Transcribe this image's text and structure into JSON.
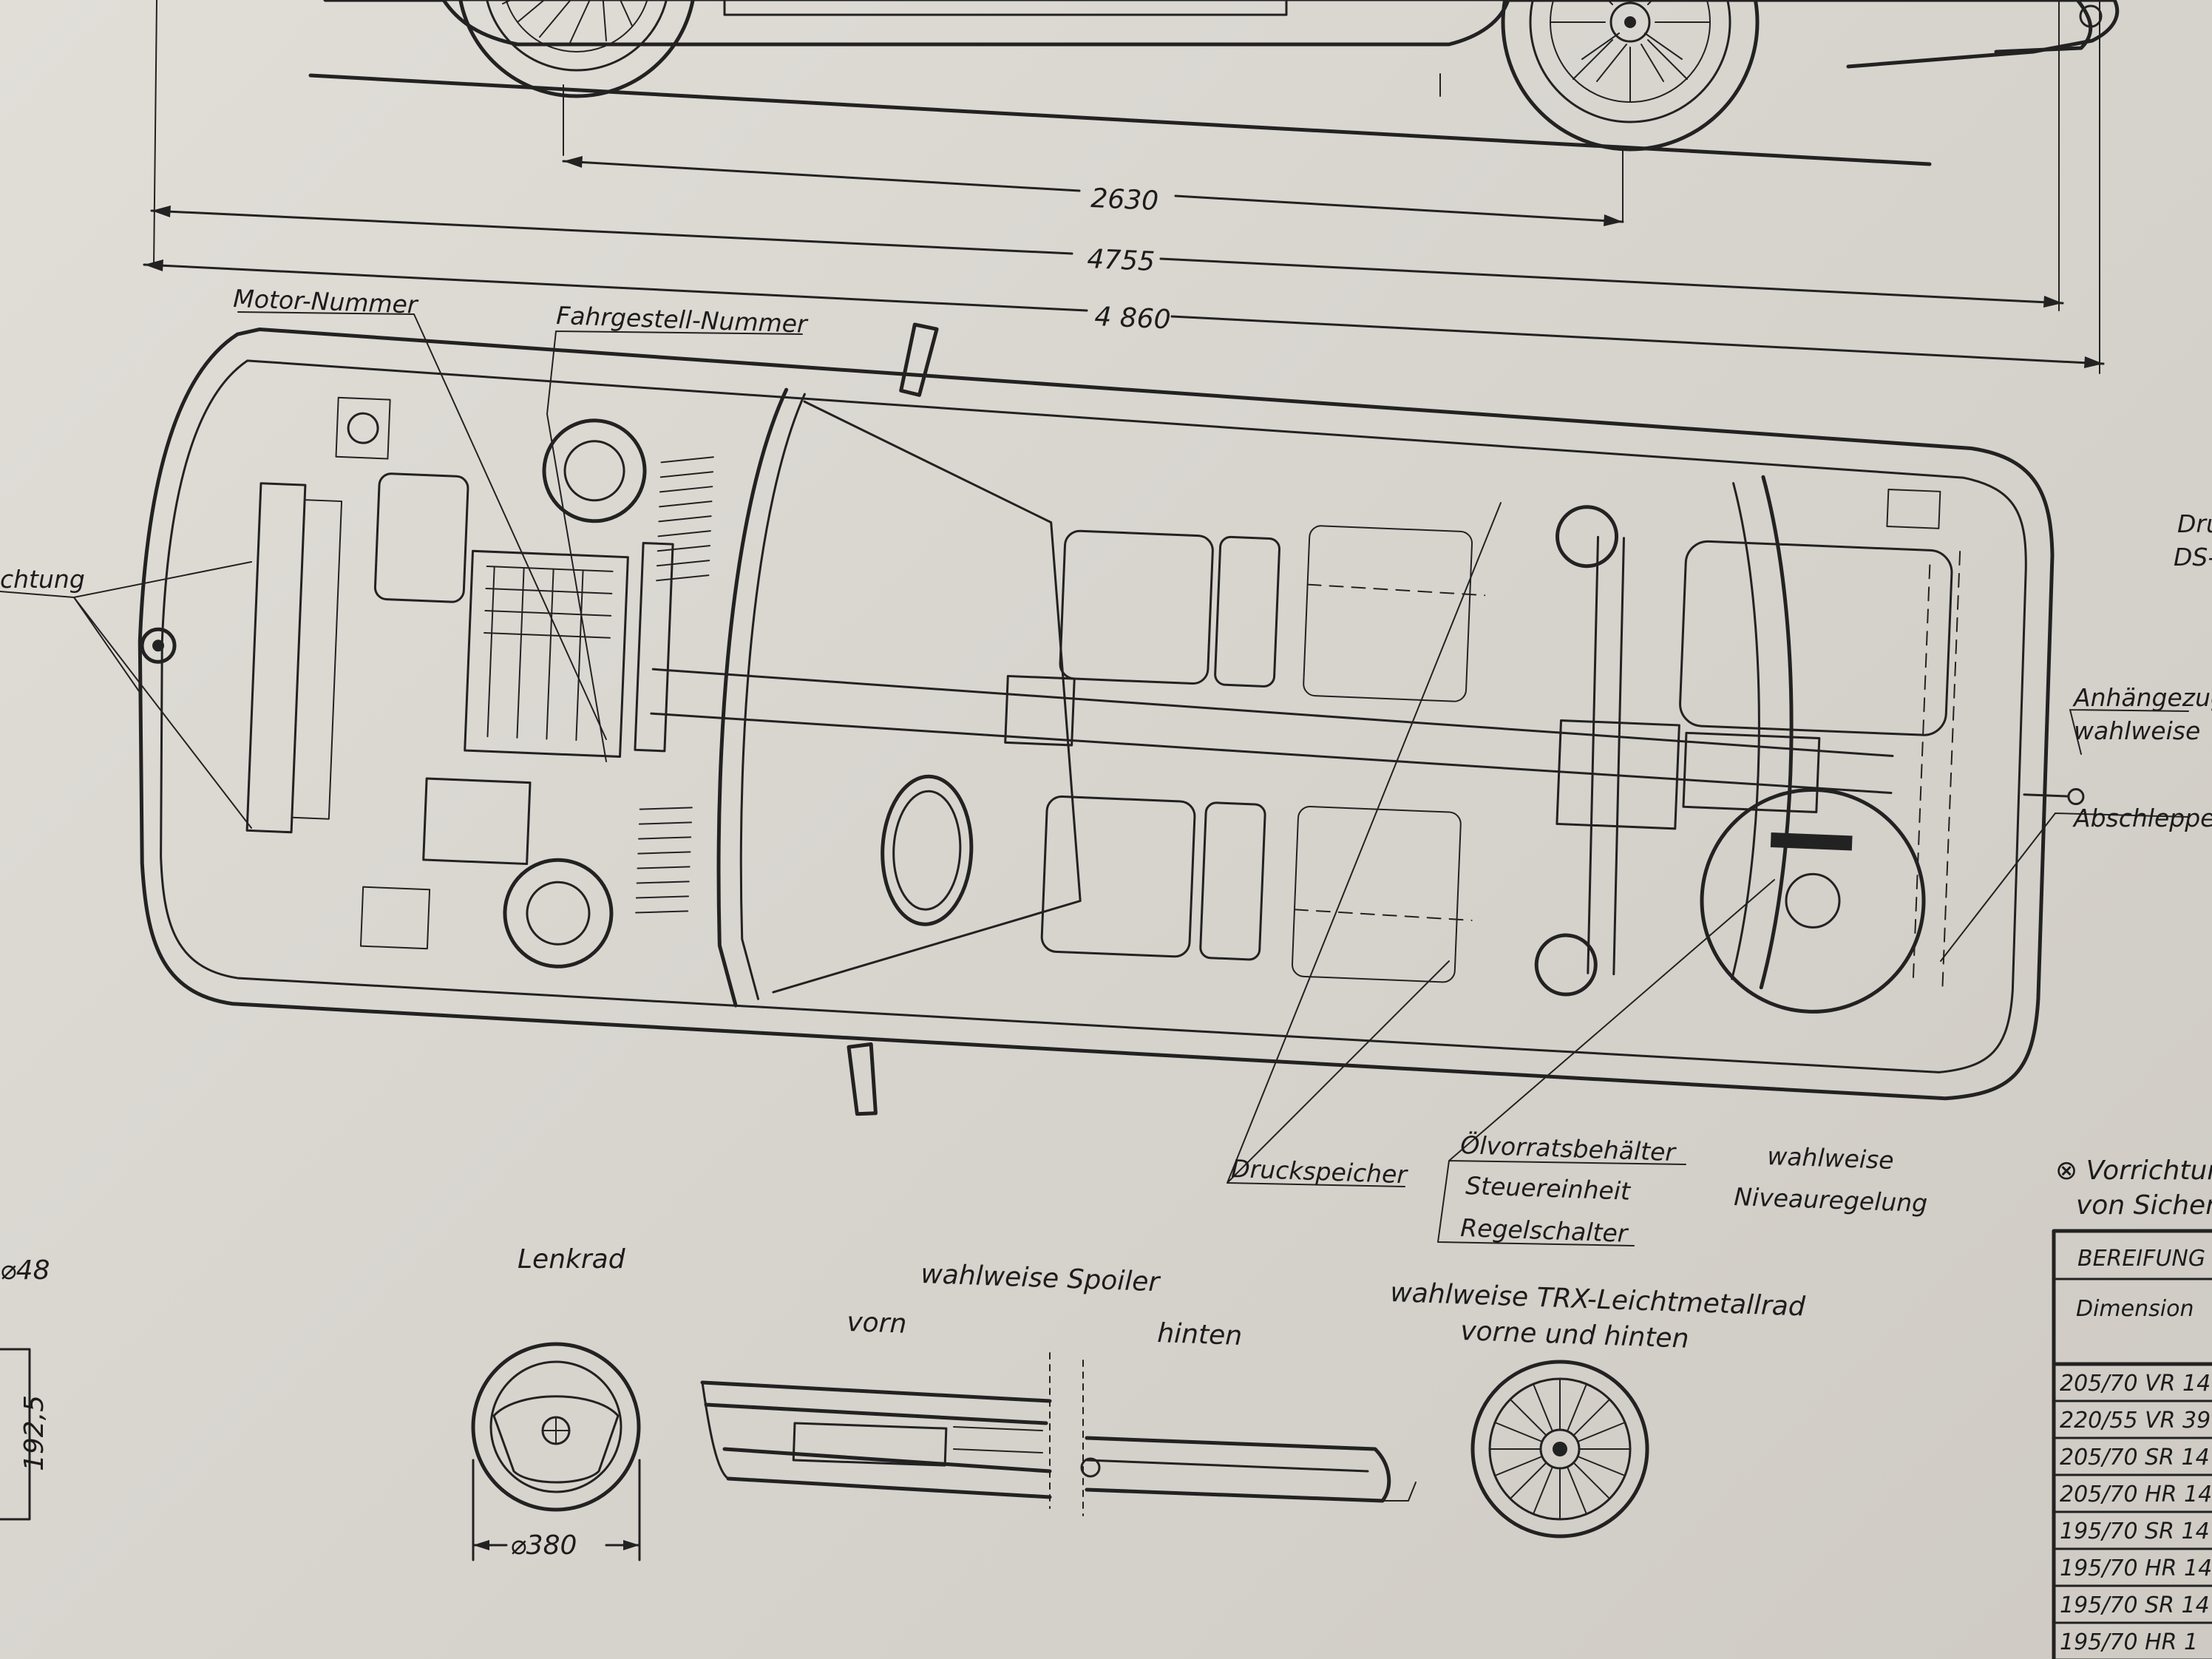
{
  "dimensions": {
    "wheelbase": "2630",
    "length_a": "4755",
    "length_b": "4 860"
  },
  "callouts": {
    "motor_nummer": "Motor-Nummer",
    "fahrgestell_nummer": "Fahrgestell-Nummer",
    "richtung_partial": "chtung",
    "druckspeicher": "Druckspeicher",
    "oelvorratsbehaelter": "Ölvorratsbehälter",
    "steuereinheit": "Steuereinheit",
    "regelschalter": "Regelschalter",
    "wahlweise": "wahlweise",
    "niveauregelung": "Niveauregelung",
    "anhaengezug": "Anhängezug",
    "anhaengezug_wahlweise": "wahlweise",
    "abschleppeinrichtung_partial": "Abschleppein",
    "dru_partial": "Dru",
    "ds_partial": "DS-"
  },
  "details": {
    "lenkrad": "Lenkrad",
    "lenkrad_dim": "⌀380",
    "spoiler_title": "wahlweise Spoiler",
    "spoiler_front": "vorn",
    "spoiler_rear": "hinten",
    "trx_title": "wahlweise TRX-Leichtmetallrad",
    "trx_sub": "vorne und hinten",
    "left_dim_top": "⌀48",
    "left_dim_side": "192,5"
  },
  "notes": {
    "vorrichtung": "⊗ Vorrichtung",
    "von_sicher": "von Sichert"
  },
  "tire_table": {
    "header": "BEREIFUNG",
    "subheader": "Dimension",
    "rows": [
      "205/70 VR 14",
      "220/55 VR 39",
      "205/70 SR 14",
      "205/70 HR 14",
      "195/70  SR 14",
      "195/70  HR 14",
      "195/70  SR 14",
      "195/70  HR 1"
    ]
  }
}
